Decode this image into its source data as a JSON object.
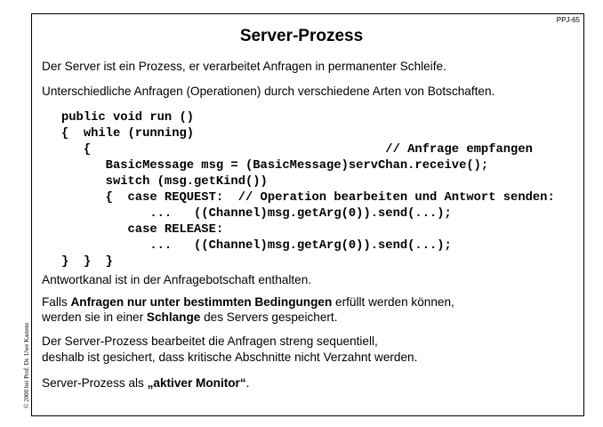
{
  "slide_id": "PPJ-65",
  "title": "Server-Prozess",
  "para1": "Der Server ist ein Prozess, er verarbeitet Anfragen in permanenter Schleife.",
  "para2": "Unterschiedliche Anfragen (Operationen) durch verschiedene Arten von Botschaften.",
  "code": "public void run ()\n{  while (running)\n   {                                        // Anfrage empfangen\n      BasicMessage msg = (BasicMessage)servChan.receive();\n      switch (msg.getKind())\n      {  case REQUEST:  // Operation bearbeiten und Antwort senden:\n            ...   ((Channel)msg.getArg(0)).send(...);\n         case RELEASE:\n            ...   ((Channel)msg.getArg(0)).send(...);\n}  }  }",
  "para3": "Antwortkanal ist in der Anfragebotschaft enthalten.",
  "para4": {
    "a": "Falls ",
    "b": "Anfragen nur unter bestimmten Bedingungen",
    "c": " erfüllt werden können,",
    "d": "werden sie in einer ",
    "e": "Schlange",
    "f": " des Servers gespeichert."
  },
  "para5": {
    "l1": "Der Server-Prozess bearbeitet die Anfragen streng sequentiell,",
    "l2": "deshalb ist gesichert, dass kritische Abschnitte nicht Verzahnt werden."
  },
  "para6": {
    "a": "Server-Prozess als ",
    "b": "„aktiver Monitor“",
    "c": "."
  },
  "copyright": "© 2000 bei Prof. Dr. Uwe Kastens"
}
